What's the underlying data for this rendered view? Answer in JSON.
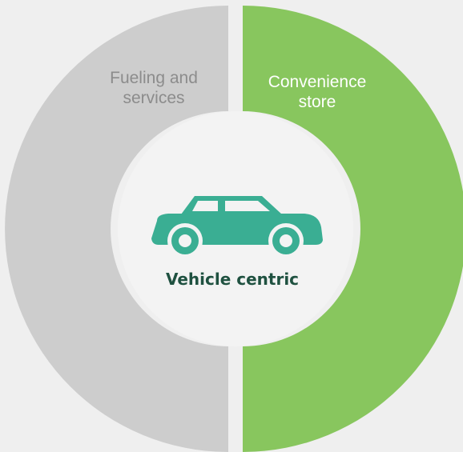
{
  "segments": [
    {
      "label_line1": "Fueling and",
      "label_line2": "services",
      "color": "#cdcdcd",
      "label_color": "#8c8c8c",
      "share": 0.5
    },
    {
      "label_line1": "Convenience",
      "label_line2": "store",
      "color": "#88c65e",
      "label_color": "#ffffff",
      "share": 0.5
    }
  ],
  "center": {
    "label": "Vehicle centric",
    "icon": "car-icon",
    "icon_color": "#3aae93",
    "label_color": "#1f5140"
  },
  "background_color": "#efefef"
}
